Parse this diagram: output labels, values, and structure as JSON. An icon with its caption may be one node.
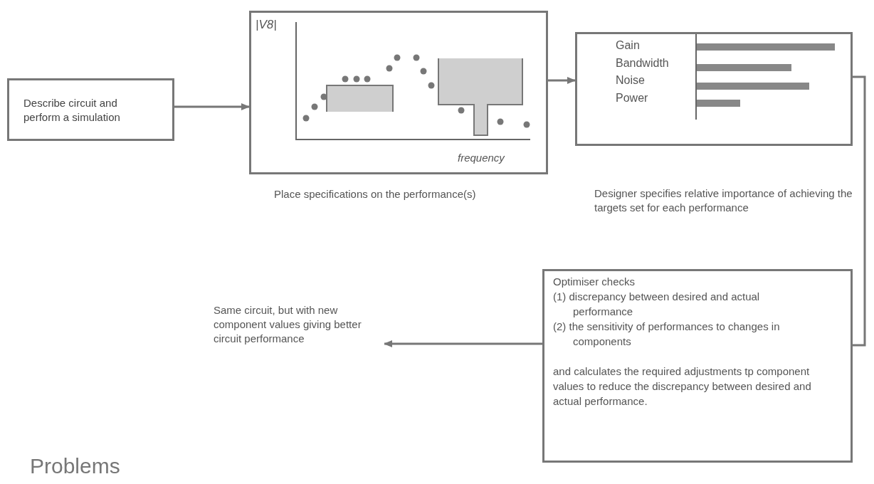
{
  "diagram": {
    "nodes": [
      {
        "text": [
          "Describe circuit and perform a simulation"
        ]
      },
      {
        "text": [
          "|V8|",
          "frequency"
        ],
        "beside": [
          "Place specifications on the performance(s)"
        ]
      },
      {
        "text": [
          "Gain",
          "Bandwidth",
          "Noise",
          "Power"
        ]
      },
      {
        "text": [
          "Optimiser checks",
          "(1) discrepancy between desired and actual performance",
          "(2) the sensitivity of performances to changes in components",
          "and calculates the required adjustments tp component values to reduce the discrepancy between desired and actual performance."
        ]
      },
      {
        "text": [
          "Same circuit, but with new component values giving better circuit performance"
        ]
      }
    ],
    "edges": [
      {
        "from": 0,
        "to": 1,
        "arrow": "to"
      },
      {
        "from": 1,
        "to": 2,
        "arrow": "to"
      },
      {
        "from": 2,
        "to": 3,
        "arrow": "none"
      },
      {
        "from": 3,
        "to": 4,
        "arrow": "to"
      }
    ],
    "labels": [
      "Designer specifies relative importance of achieving the targets set for each performance",
      "Problems"
    ]
  }
}
